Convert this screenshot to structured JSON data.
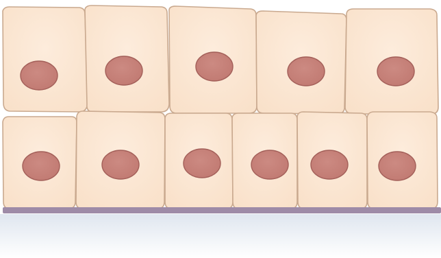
{
  "diagram": {
    "structure": "stratified-cuboidal-epithelium",
    "layers": [
      {
        "name": "upper-cell-layer",
        "cell_count": 5
      },
      {
        "name": "lower-cell-layer",
        "cell_count": 6
      }
    ],
    "colors": {
      "cytoplasm": "#f9e1ca",
      "cytoplasm_highlight": "#fdecdc",
      "cell_outline": "#c9a98f",
      "nucleus": "#c17a72",
      "nucleus_outline": "#a35f59",
      "basement_membrane": "#9e8ba7",
      "connective_tissue_top": "#dfe6ef",
      "connective_tissue_bottom": "#ffffff"
    }
  }
}
